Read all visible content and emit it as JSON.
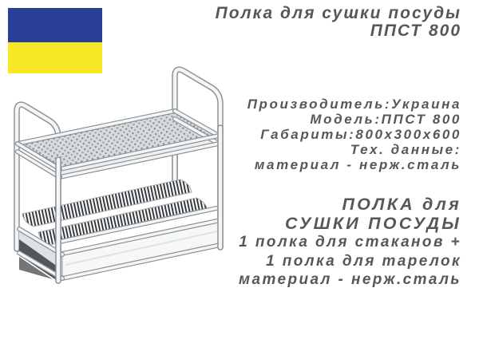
{
  "title": {
    "line1": "Полка для сушки посуды",
    "line2": "ППСТ 800"
  },
  "flag": {
    "name": "flag-of-ukraine",
    "blue": "#2b3e96",
    "yellow": "#f6e827"
  },
  "specs": {
    "lines": [
      "Производитель:Украина",
      "Модель:ППСТ 800",
      "Габариты:800х300х600",
      "Тех. данные:",
      "материал - нерж.сталь"
    ]
  },
  "description": {
    "lines": [
      "ПОЛКА для",
      "СУШКИ ПОСУДЫ",
      "1 полка для стаканов +",
      "1 полка для тарелок",
      "материал - нерж.сталь"
    ]
  },
  "illustration": {
    "name": "dish-drying-shelf-line-drawing"
  },
  "colors": {
    "text": "#55585b",
    "outline": "#8a9094",
    "tube_highlight": "#f4f5f6",
    "shadow": "#53575b"
  }
}
